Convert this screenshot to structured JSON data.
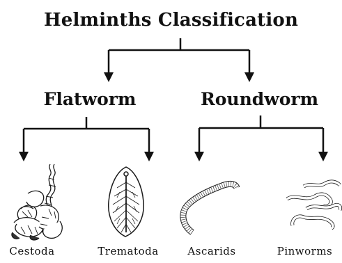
{
  "diagram": {
    "title": "Helminths Classification",
    "groups": [
      {
        "label": "Flatworm",
        "children": [
          "Cestoda",
          "Trematoda"
        ]
      },
      {
        "label": "Roundworm",
        "children": [
          "Ascarids",
          "Pinworms"
        ]
      }
    ],
    "leaves": {
      "cestoda": "Cestoda",
      "trematoda": "Trematoda",
      "ascarids": "Ascarids",
      "pinworms": "Pinworms"
    },
    "colors": {
      "line": "#111111",
      "ink": "#1a1a1a",
      "fill": "#ffffff"
    }
  }
}
